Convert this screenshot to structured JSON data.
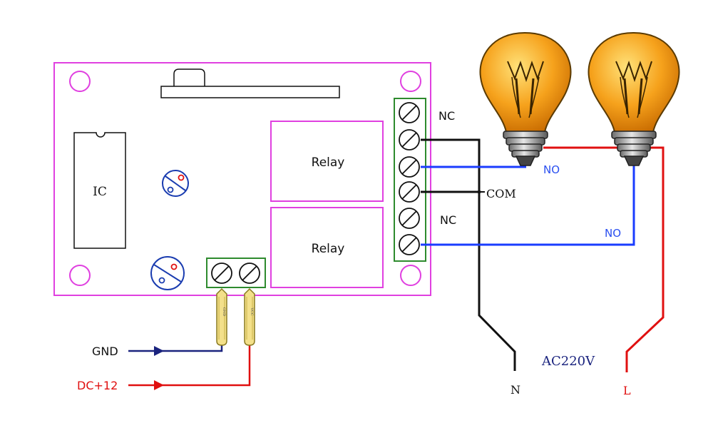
{
  "labels": {
    "ic": "IC",
    "relay_top": "Relay",
    "relay_bottom": "Relay",
    "nc_top": "NC",
    "nc_bottom": "NC",
    "com": "COM",
    "no_top": "NO",
    "no_bottom": "NO",
    "gnd": "GND",
    "dc12": "DC+12",
    "pin_gnd": "GND",
    "pin_vcc": "VCC",
    "ac220v": "AC220V",
    "n": "N",
    "l": "L"
  },
  "colors": {
    "board": "#e040e0",
    "terminal": "#2e8b2e",
    "wire_black": "#111111",
    "wire_blue": "#1a3cff",
    "wire_red": "#e01010",
    "wire_navy": "#1a237e",
    "label_blue": "#2a4ff0",
    "label_red": "#e01010",
    "bulb_glass": "#f6a21c",
    "pin": "#f3e08a"
  }
}
